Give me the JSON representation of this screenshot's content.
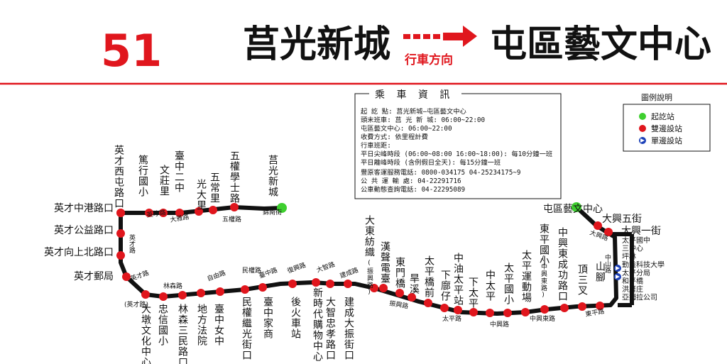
{
  "header": {
    "route_number": "51",
    "origin": "莒光新城",
    "direction_label": "行車方向",
    "destination": "屯區藝文中心"
  },
  "info_box": {
    "title": "乘 車 資 訊",
    "lines": [
      "起 訖 點: 莒光新城—屯區藝文中心",
      "頭末班車: 莒 光 新 城: 06:00~22:00",
      "          屯區藝文中心: 06:00~22:00",
      "收費方式: 依里程計費",
      "行車班距:",
      "  平日尖峰時段 (06:00~08:00 16:00~18:00): 每10分鐘一班",
      "  平日離峰時段 (含例假日全天):            每15分鐘一班",
      "豐原客運服務電話: 0800-034175    04-25234175~9",
      "公 共 運 輸 處: 04-22291716",
      "公車動態查詢電話: 04-22295089"
    ]
  },
  "legend": {
    "title": "圖例說明",
    "items": [
      {
        "label": "起訖站",
        "color": "#3ecf2f",
        "kind": "dot"
      },
      {
        "label": "雙邊設站",
        "color": "#e0161d",
        "kind": "dot"
      },
      {
        "label": "單邊設站",
        "color": "#1a3fb8",
        "kind": "arrow"
      }
    ]
  },
  "colors": {
    "accent_red": "#e0161d",
    "terminal_green": "#3ecf2f",
    "single_side_blue": "#1a3fb8",
    "route_line": "#111111"
  },
  "stops": [
    {
      "name": "莒光新城",
      "type": "terminal"
    },
    {
      "name": "五權學士路",
      "type": "stop"
    },
    {
      "name": "五常里",
      "type": "stop"
    },
    {
      "name": "光大里",
      "type": "stop"
    },
    {
      "name": "臺中二中",
      "type": "stop"
    },
    {
      "name": "文莊里",
      "type": "stop"
    },
    {
      "name": "篤行國小",
      "type": "stop"
    },
    {
      "name": "英才西屯路口",
      "type": "stop"
    },
    {
      "name": "英才中港路口",
      "type": "stop"
    },
    {
      "name": "英才公益路口",
      "type": "stop"
    },
    {
      "name": "英才向上北路口",
      "type": "stop"
    },
    {
      "name": "英才郵局",
      "type": "stop"
    },
    {
      "name": "大墩文化中心",
      "type": "stop"
    },
    {
      "name": "(英才路)",
      "type": "note"
    },
    {
      "name": "忠信國小",
      "type": "stop"
    },
    {
      "name": "林森三民路口",
      "type": "stop"
    },
    {
      "name": "地方法院",
      "type": "stop"
    },
    {
      "name": "臺中女中",
      "type": "stop"
    },
    {
      "name": "民權繼光街口",
      "type": "stop"
    },
    {
      "name": "臺中家商",
      "type": "stop"
    },
    {
      "name": "後火車站",
      "type": "stop"
    },
    {
      "name": "新時代購物中心",
      "type": "stop"
    },
    {
      "name": "大智忠孝路口",
      "type": "stop"
    },
    {
      "name": "建成大振街口",
      "type": "stop"
    },
    {
      "name": "大東紡織",
      "type": "stop"
    },
    {
      "name": "(振興路)",
      "type": "note"
    },
    {
      "name": "漢聲電臺",
      "type": "stop"
    },
    {
      "name": "東門橋",
      "type": "stop"
    },
    {
      "name": "旱溪",
      "type": "stop"
    },
    {
      "name": "太平橋前",
      "type": "stop"
    },
    {
      "name": "下廍仔",
      "type": "stop"
    },
    {
      "name": "中油太平站",
      "type": "stop"
    },
    {
      "name": "下太平",
      "type": "stop"
    },
    {
      "name": "中太平",
      "type": "stop"
    },
    {
      "name": "太平國小",
      "type": "stop"
    },
    {
      "name": "太平運動場",
      "type": "stop"
    },
    {
      "name": "東平國小",
      "type": "stop"
    },
    {
      "name": "(中興東路)",
      "type": "note"
    },
    {
      "name": "中興東成功路口",
      "type": "stop"
    },
    {
      "name": "頂三叉",
      "type": "stop"
    },
    {
      "name": "山腳",
      "type": "stop"
    },
    {
      "name": "大興一街",
      "type": "stop"
    },
    {
      "name": "大興五街",
      "type": "stop"
    },
    {
      "name": "屯區藝文中心",
      "type": "terminal"
    }
  ],
  "single_side_stops": [
    "太平國中",
    "三中心",
    "坪林",
    "勤益科技大學",
    "太平分局",
    "和平橋",
    "洪厝庄",
    "亞姆拉公司"
  ],
  "roads": [
    "英才路",
    "大雅路",
    "五權路",
    "錦南街",
    "英才路",
    "英才路",
    "林森路",
    "自由路",
    "民權路",
    "臺中路",
    "復興路",
    "大智路",
    "建成路",
    "振興路",
    "太平路",
    "中興路",
    "中興東路",
    "東平路",
    "中山路",
    "大興路"
  ]
}
